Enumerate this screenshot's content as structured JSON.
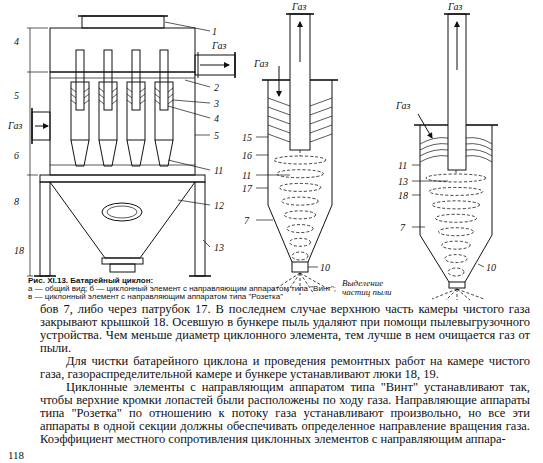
{
  "diagram": {
    "caption": "Рис. XI.13. Батарейный циклон:",
    "labels": [
      "4",
      "5",
      "Газ",
      "6",
      "8",
      "18",
      "1",
      "Газ",
      "2",
      "3",
      "4",
      "5",
      "11",
      "12",
      "13",
      "Газ",
      "Газ",
      "15",
      "16",
      "11",
      "17",
      "7",
      "10",
      "Газ",
      "Газ",
      "11",
      "13",
      "18",
      "7",
      "10",
      "Выделение частиц пыли",
      "а — общий вид; б — циклонный элемент с направляющим аппаратом типа \"Винт\";",
      "в — циклонный элемент с направляющим аппаратом типа \"Розетка\"",
      "бов 7, либо через патрубок 17. В последнем случае верхнюю часть камеры чистого газа закрывают крышкой 18. Осевшую в бункере пыль удаляют при помощи пылевыгрузочного устройства. Чем меньше диаметр циклонного элемента, тем лучше в нем очищается газ от пыли.",
      "Для чистки батарейного циклона и проведения ремонтных работ на камере чистого газа, газораспределительной камере и бункере устанавливают люки 18, 19.",
      "Циклонные элементы с направляющим аппаратом типа \"Винт\" устанавливают так, чтобы верхние кромки лопастей были расположены по ходу газа. Направляющие аппараты типа \"Розетка\" по отношению к потоку газа устанавливают произвольно, но все эти аппараты в одной секции должны обеспечивать определенное направление вращения газа. Коэффициент местного сопротивления циклонных элементов с направляющим аппара-",
      "118"
    ]
  }
}
